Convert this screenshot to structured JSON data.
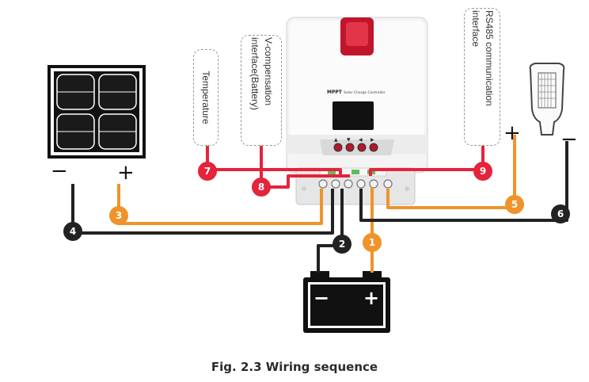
{
  "labels": {
    "temperature": "Temperature",
    "v_compensation": "V-compensation interface(Battery)",
    "rs485": "RS485 communication interface"
  },
  "controller": {
    "brand": "MPPT",
    "model_text": "Solar Charge Controller"
  },
  "solar_panel": {
    "minus": "−",
    "plus": "+"
  },
  "load": {
    "plus": "+",
    "minus": "−"
  },
  "battery": {
    "minus": "−",
    "plus": "+"
  },
  "steps": [
    {
      "number": "1",
      "color": "#f0932b"
    },
    {
      "number": "2",
      "color": "#222222"
    },
    {
      "number": "3",
      "color": "#f0932b"
    },
    {
      "number": "4",
      "color": "#222222"
    },
    {
      "number": "5",
      "color": "#f0932b"
    },
    {
      "number": "6",
      "color": "#222222"
    },
    {
      "number": "7",
      "color": "#e5233a"
    },
    {
      "number": "8",
      "color": "#e5233a"
    },
    {
      "number": "9",
      "color": "#e5233a"
    }
  ],
  "caption": "Fig. 2.3 Wiring sequence",
  "colors": {
    "red_wire": "#e5233a",
    "orange_wire": "#f0932b",
    "black_wire": "#222222"
  }
}
